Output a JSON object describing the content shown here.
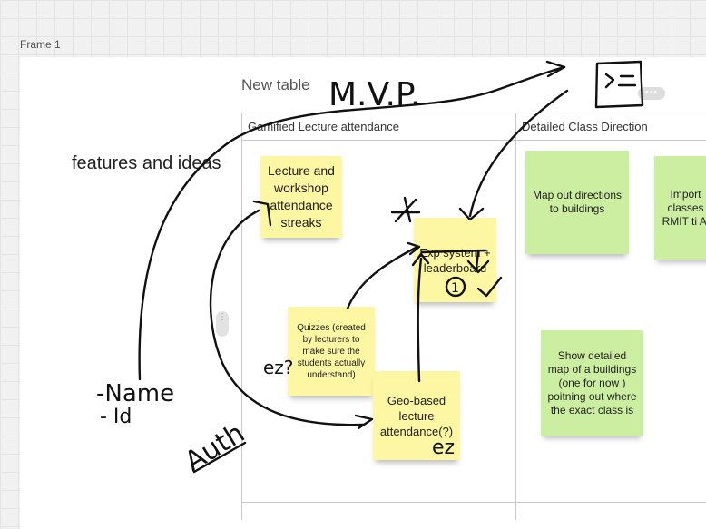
{
  "canvas": {
    "frame_label": "Frame 1",
    "table_title": "New table",
    "more_button": "•••",
    "row_handle": "⋮",
    "side_text": "features and ideas"
  },
  "table": {
    "columns": [
      "Gamified Lecture attendance",
      "Detailed Class Direction"
    ]
  },
  "notes": [
    {
      "text": "Lecture and workshop attendance streaks",
      "color": "#fdf6a3"
    },
    {
      "text": "Exp system + leaderboard",
      "color": "#fdf6a3"
    },
    {
      "text": "Quizzes (created by lecturers to make sure the students actually understand)",
      "color": "#fdf6a3"
    },
    {
      "text": "Geo-based lecture attendance(?)",
      "color": "#fdf6a3"
    },
    {
      "text": "Map out directions to buildings",
      "color": "#cbeea0"
    },
    {
      "text": "Import classes RMIT ti Al",
      "color": "#cbeea0"
    },
    {
      "text": "Show detailed map of a buildings (one for now ) poitning out where the exact class is",
      "color": "#cbeea0"
    }
  ],
  "handwriting": {
    "mvp": "M.V.P.",
    "name": "-Name",
    "id": "- Id",
    "auth": "Auth",
    "ez_quiz": "ez?",
    "ez_geo": "ez",
    "one": "1"
  }
}
